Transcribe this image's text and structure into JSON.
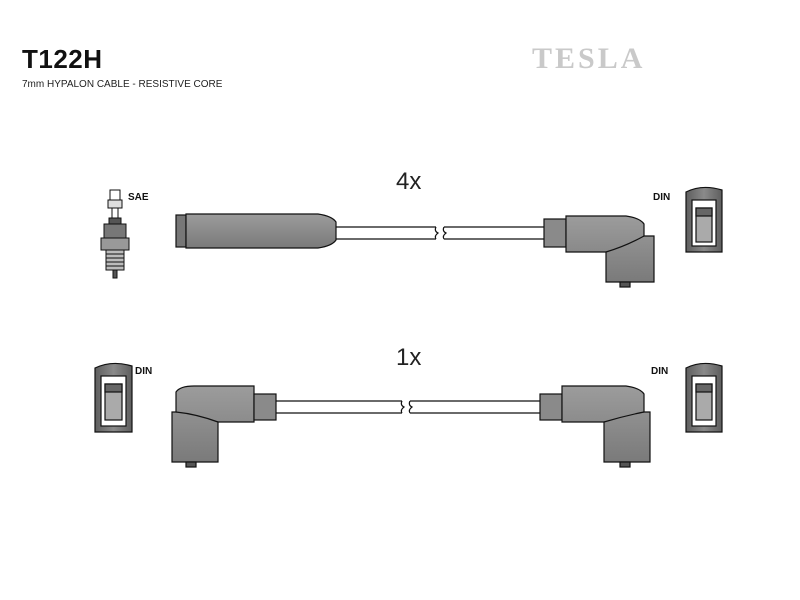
{
  "header": {
    "part_number": "T122H",
    "description": "7mm HYPALON CABLE - RESISTIVE CORE",
    "brand": "TESLA"
  },
  "leads": [
    {
      "quantity": "4x",
      "left_end": "SAE",
      "right_end": "DIN"
    },
    {
      "quantity": "1x",
      "left_end": "DIN",
      "right_end": "DIN"
    }
  ],
  "colors": {
    "boot": "#8a8a8a",
    "boot_dark": "#5a5a5a",
    "outline": "#111111",
    "brand": "#c9c9c9"
  }
}
